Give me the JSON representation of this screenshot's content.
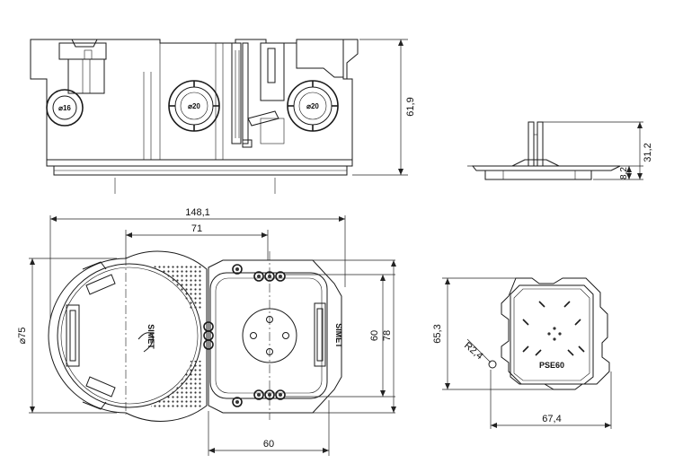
{
  "dimensions": {
    "top_height": "61,9",
    "side_total": "31,2",
    "side_flange": "8,2",
    "overall_width": "148,1",
    "center_distance": "71",
    "round_diameter": "⌀75",
    "square_inner_height": "60",
    "square_outer_height": "78",
    "square_width": "60",
    "insert_height": "65,3",
    "insert_radius": "R2,4",
    "insert_width": "67,4"
  },
  "knockouts": {
    "small": "⌀16",
    "medium": "⌀20",
    "right": "⌀20"
  },
  "labels": {
    "brand": "SIMET",
    "insert_model": "PSE60"
  }
}
